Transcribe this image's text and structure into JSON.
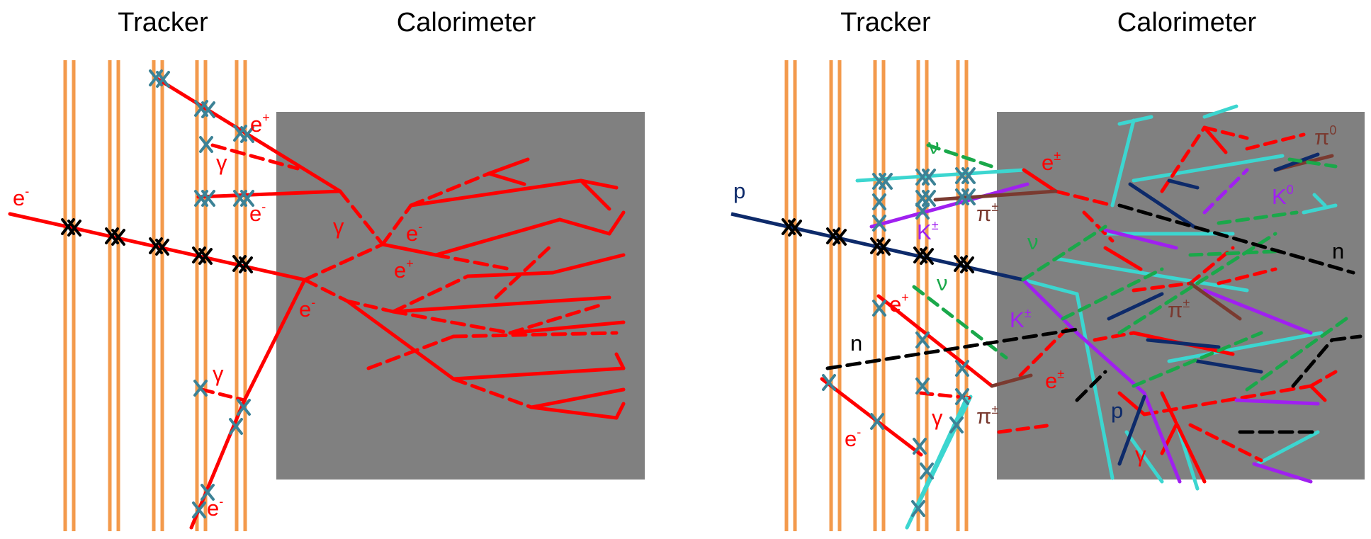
{
  "colors": {
    "tracker_layer": "#f39a4c",
    "calorimeter": "#808080",
    "electron": "#ff0000",
    "proton": "#0d2a6a",
    "kaon": "#a020f0",
    "pion_charged": "#7a3a30",
    "pion_neutral": "#7a3a30",
    "neutrino": "#1aa84a",
    "neutron": "#000000",
    "cyan_hadron": "#3cd6d0",
    "hit_marker_teal": "#3c8296",
    "hit_marker_black": "#000000"
  },
  "left_panel": {
    "tracker_title": "Tracker",
    "calorimeter_title": "Calorimeter",
    "labels": {
      "e_minus_in": {
        "base": "e",
        "sup": "-"
      },
      "e_plus_top": {
        "base": "e",
        "sup": "+"
      },
      "gamma_top": {
        "base": "γ",
        "sup": ""
      },
      "e_minus_top": {
        "base": "e",
        "sup": "-"
      },
      "gamma_mid": {
        "base": "γ",
        "sup": ""
      },
      "e_minus_mid": {
        "base": "e",
        "sup": "-"
      },
      "e_plus_mid": {
        "base": "e",
        "sup": "+"
      },
      "e_minus_low": {
        "base": "e",
        "sup": "-"
      },
      "gamma_low": {
        "base": "γ",
        "sup": ""
      },
      "e_minus_bot": {
        "base": "e",
        "sup": "-"
      }
    }
  },
  "right_panel": {
    "tracker_title": "Tracker",
    "calorimeter_title": "Calorimeter",
    "labels": {
      "p_in": {
        "base": "p",
        "sup": ""
      },
      "nu_top": {
        "base": "ν",
        "sup": ""
      },
      "e_pm_top": {
        "base": "e",
        "sup": "±"
      },
      "pi_pm_top": {
        "base": "π",
        "sup": "±"
      },
      "k_pm_top": {
        "base": "K",
        "sup": "±"
      },
      "pi0": {
        "base": "π",
        "sup": "0"
      },
      "k0": {
        "base": "K",
        "sup": "0"
      },
      "n_right": {
        "base": "n",
        "sup": ""
      },
      "nu_mid": {
        "base": "ν",
        "sup": ""
      },
      "nu_left": {
        "base": "ν",
        "sup": ""
      },
      "pi_pm_mid": {
        "base": "π",
        "sup": "±"
      },
      "k_pm_mid": {
        "base": "K",
        "sup": "±"
      },
      "e_plus": {
        "base": "e",
        "sup": "+"
      },
      "n_left": {
        "base": "n",
        "sup": ""
      },
      "e_pm_low": {
        "base": "e",
        "sup": "±"
      },
      "gamma_low": {
        "base": "γ",
        "sup": ""
      },
      "pi_pm_low": {
        "base": "π",
        "sup": "±"
      },
      "e_minus": {
        "base": "e",
        "sup": "-"
      },
      "p_low": {
        "base": "p",
        "sup": ""
      },
      "gamma_bot": {
        "base": "γ",
        "sup": ""
      }
    }
  }
}
